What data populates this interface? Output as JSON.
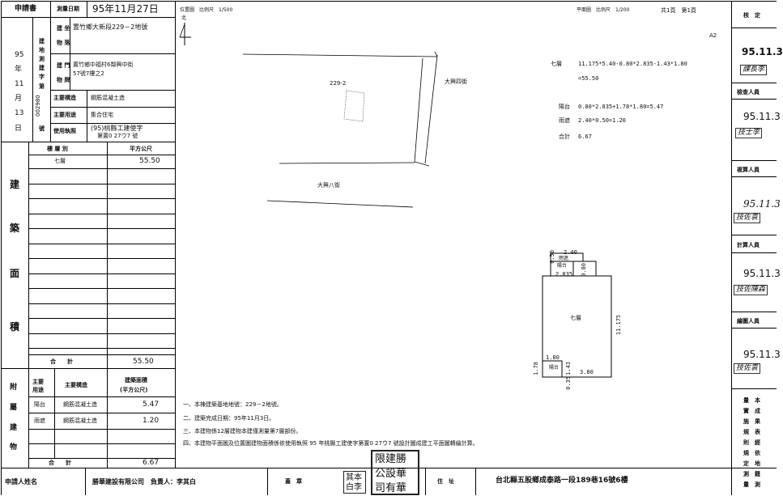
{
  "header": {
    "applicant_label": "申請書",
    "survey_date_label": "測量日期",
    "survey_date": "95年11月27日",
    "site_label": "建 坐",
    "site_value": "置竹鄉大新段229－2地號",
    "bldg_label": "物 落",
    "door_label": "建 門",
    "door_sub": "物 牌",
    "door_value": "置竹鄉中福村6鄰興中街",
    "door_value2": "57號7樓之2",
    "structure_label": "主要構造",
    "structure_value": "鋼筋混凝土造",
    "use_label": "主要用途",
    "use_value": "集合住宅",
    "permit_label": "使用執照",
    "permit_value": "(95)桃縣工建使字",
    "permit_value2": "第置0 27ウ7 號",
    "survey_no_side": "建地測建字",
    "date_col": [
      "95",
      "年",
      "11",
      "月",
      "13",
      "日"
    ],
    "serial": "002980",
    "serial_suffix": "號",
    "serial_prefix": "第"
  },
  "area_table": {
    "floor_col": "樓 層 別",
    "unit_col": "平方公尺",
    "rows": [
      {
        "floor": "七層",
        "area": "55.50"
      }
    ],
    "side_label_chars": [
      "建",
      "築",
      "面",
      "積"
    ],
    "total_label": "合　　計",
    "total_value": "55.50"
  },
  "annex": {
    "side_chars": [
      "附",
      "屬",
      "建",
      "物"
    ],
    "col_use": "主要用途",
    "col_structure": "主要構造",
    "col_area": "建築面積",
    "col_area_unit": "(平方公尺)",
    "rows": [
      {
        "use": "陽台",
        "structure": "鋼筋混凝土造",
        "area": "5.47"
      },
      {
        "use": "雨遮",
        "structure": "鋼筋混凝土造",
        "area": "1.20"
      }
    ],
    "total_label": "合　　計",
    "total_value": "6.67"
  },
  "map": {
    "loc_scale_label": "位置圖　比例尺　1/500",
    "north_label": "北",
    "parcel": "229-2",
    "road1": "大興四街",
    "road2": "大興八街",
    "plan_scale_label": "平面圖　比例尺　1/200",
    "pages": "共1頁　第1頁",
    "sheet": "A2"
  },
  "calc": {
    "floor7_label": "七層",
    "floor7_formula": "11.175*5.40-0.80*2.835-1.43*1.80",
    "floor7_result": "=55.50",
    "balcony_label": "陽台",
    "balcony_formula": "0.80*2.835+1.78*1.80=5.47",
    "awning_label": "雨遮",
    "awning_formula": "2.40*0.50=1.20",
    "total_label": "合計",
    "total_value": "6.67"
  },
  "plan": {
    "d_top": "2.40",
    "d_left_top": "0.50",
    "awning": "雨遮",
    "balcony_top": "陽台",
    "d_2835": "2.835",
    "d_080": "0.80",
    "room": "七層",
    "d_11175": "11.175",
    "d_180": "1.80",
    "balcony_bot": "陽台",
    "d_143": "1.43",
    "d_178": "1.78",
    "d_035": "0.35",
    "d_380": "3.80"
  },
  "notes": [
    "一、本棟建築基地地號：229－2地號。",
    "二、建築完成日期：95年11月3日。",
    "三、本建物係12層建物本建僅測量第7層部份。",
    "四、本建物平面圖及位置圖建物面積係依使用執照 95 年桃縣工建使字第置0 27ウ7 號設計圖成建工平面圖轉繪計算。"
  ],
  "footer": {
    "applicant_name_label": "申請人姓名",
    "applicant_name": "勝華建設有限公司　負責人：李其白",
    "seal_label": "蓋　章",
    "stamp_small": "其本\n白李",
    "stamp_big": "限建勝\n公設華\n司有華",
    "addr_label": "住　址",
    "addr_value": "台北縣五股鄉成泰路一段189巷16號6樓"
  },
  "right_panel": {
    "check_label": "核　定",
    "check_date": "95.11.3",
    "check_sig": "課長李",
    "review_label": "檢查人員",
    "review_date": "95.11.3",
    "review_sig": "技士李",
    "survey_label": "複算人員",
    "survey_date": "95.11.3",
    "survey_sig": "技佐袁",
    "calc_label": "計算人員",
    "calc_date": "95.11.3",
    "calc_sig": "技佐陳森",
    "draw_label": "繪圖人員",
    "draw_date": "95.11.3",
    "draw_sig": "技佐袁",
    "bottom_text": [
      "本",
      "成",
      "果",
      "表",
      "經",
      "依",
      "地",
      "籍",
      "測",
      "量",
      "實",
      "施",
      "規",
      "則",
      "規",
      "定",
      "測",
      "量"
    ]
  }
}
